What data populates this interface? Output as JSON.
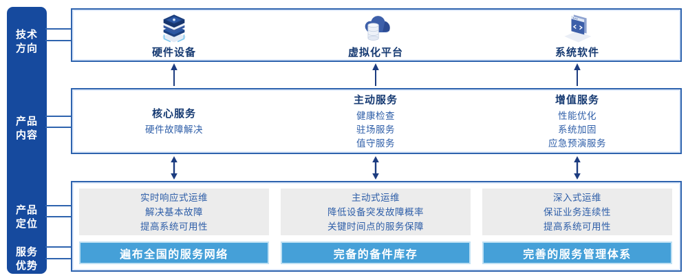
{
  "colors": {
    "sidebar_bg": "#164a9e",
    "box_border": "#2e63ae",
    "heading_text": "#163a72",
    "body_text": "#2e5ea8",
    "banner_bg": "#45a0d8",
    "banner_text": "#ffffff",
    "panel_bg": "#ececec",
    "arrow": "#1c3c80"
  },
  "sidebar": {
    "items": [
      {
        "id": "tech-direction",
        "label": "技术\n方向"
      },
      {
        "id": "product-content",
        "label": "产品\n内容"
      },
      {
        "id": "product-positioning",
        "label": "产品\n定位"
      },
      {
        "id": "service-advantage",
        "label": "服务\n优势"
      }
    ]
  },
  "tech_row": {
    "items": [
      {
        "icon": "server-stack-icon",
        "label": "硬件设备"
      },
      {
        "icon": "cloud-database-icon",
        "label": "虚拟化平台"
      },
      {
        "icon": "code-window-icon",
        "label": "系统软件"
      }
    ]
  },
  "content_row": {
    "columns": [
      {
        "title": "核心服务",
        "items": [
          "硬件故障解决"
        ]
      },
      {
        "title": "主动服务",
        "items": [
          "健康检查",
          "驻场服务",
          "值守服务"
        ]
      },
      {
        "title": "增值服务",
        "items": [
          "性能优化",
          "系统加固",
          "应急预演服务"
        ]
      }
    ]
  },
  "positioning_row": {
    "columns": [
      {
        "lines": [
          "实时响应式运维",
          "解决基本故障",
          "提高系统可用性"
        ],
        "banner": "遍布全国的服务网络"
      },
      {
        "lines": [
          "主动式运维",
          "降低设备突发故障概率",
          "关键时间点的服务保障"
        ],
        "banner": "完备的备件库存"
      },
      {
        "lines": [
          "深入式运维",
          "保证业务连续性",
          "提高系统可用性"
        ],
        "banner": "完善的服务管理体系"
      }
    ]
  }
}
